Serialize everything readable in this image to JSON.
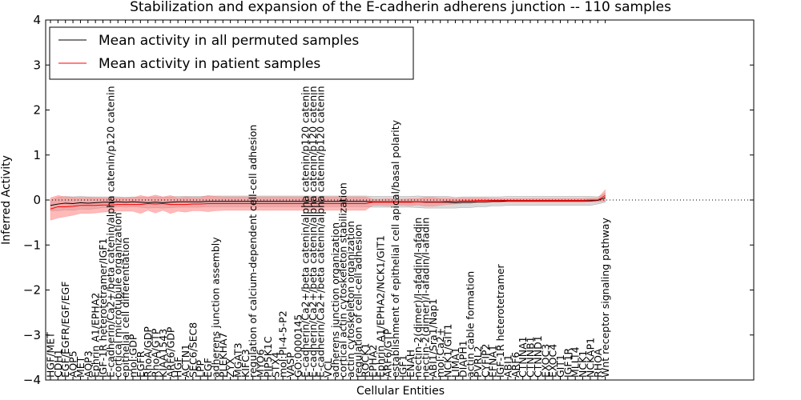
{
  "chart_data": {
    "type": "line",
    "title": "Stabilization and expansion of the E-cadherin adherens junction -- 110 samples",
    "xlabel": "Cellular Entities",
    "ylabel": "Inferred Activity",
    "ylim": [
      -4,
      4
    ],
    "yticks": [
      -4,
      -3,
      -2,
      -1,
      0,
      1,
      2,
      3,
      4
    ],
    "grid": false,
    "legend_position": "upper-left",
    "reference_line": 0,
    "categories": [
      "HGF/MET",
      "CDH1",
      "EGF/EGFR/EGF/EGF",
      "AQP5",
      "MET",
      "AQP3",
      "Ephrin A1/EPHA2",
      "IGF-1R heterotetramer/IGF1",
      "E-cadherin/Ca2+/beta catenin/alpha catenin/p120 catenin",
      "cortical microtubule organization",
      "epithelial cell differentiation",
      "mol:GDP",
      "EGFR",
      "RhoA/GDP",
      "RhoA/GTP",
      "KIAA1543",
      "ARF6/GDP",
      "HGF",
      "ACTN1",
      "SEC6/SEC8",
      "LPP",
      "EGF",
      "adherens junction assembly",
      "PLEKHA7",
      "ZYX",
      "MGAT3",
      "KIFC3",
      "regulation of calcium-dependent cell-cell adhesion",
      "MYO6",
      "PIP5K1C",
      "STX4",
      "mol:PI-4-5-P2",
      "VASP",
      "GO:0000145",
      "E-cadherin/Ca2+/beta catenin/alpha catenin/p120 catenin",
      "E-cadherin/Ca2+/beta catenin/alpha catenin/p120 catenin",
      "E-cadherin/Ca2+/beta catenin/alpha catenin/p120 catenin",
      "VCL",
      "adherens junction organization",
      "cortical actin cytoskeleton stabilization",
      "actin cytoskeleton organization",
      "regulation of cell-cell adhesion",
      "ROCK1",
      "EPHA2",
      "Ephrin A1/EPHA2/NCK1/GIT1",
      "ARF6/GTP",
      "establishment of epithelial cell apical/basal polarity",
      "IGF1",
      "ENAH",
      "nectin-2(dimer)/I-afadin/I-afadin",
      "nectin-2(dimer)/I-afadin/I-afadin",
      "ABI1/Sra1/Nap1",
      "mol:Ca2+",
      "NCK1/GIT1",
      "LIMA1",
      "DIAPH1",
      "actin cable formation",
      "PVRL2",
      "CYFIP2",
      "EFNA1",
      "IGF-1R heterotetramer",
      "ABI1",
      "ARF6",
      "CTNNA1",
      "CTNNB1",
      "CTNND1",
      "EXOC3",
      "EXOC4",
      "GIT1",
      "IGF1R",
      "MLLT4",
      "NCK1",
      "NCKAP1",
      "RHOA",
      "Wnt receptor signaling pathway"
    ],
    "legend": [
      "Mean activity in all permuted samples",
      "Mean activity in patient samples"
    ],
    "series": [
      {
        "name": "Mean activity in all permuted samples",
        "color": "#000000",
        "band_color": "#808080",
        "values": [
          -0.12,
          -0.09,
          -0.07,
          -0.08,
          -0.06,
          -0.07,
          -0.06,
          -0.05,
          -0.05,
          -0.04,
          -0.05,
          -0.04,
          -0.05,
          -0.06,
          -0.05,
          -0.06,
          -0.05,
          -0.04,
          -0.04,
          -0.04,
          -0.04,
          -0.03,
          -0.03,
          -0.03,
          -0.03,
          -0.03,
          -0.03,
          -0.03,
          -0.03,
          -0.03,
          -0.03,
          -0.03,
          -0.03,
          -0.03,
          -0.03,
          -0.03,
          -0.03,
          -0.03,
          -0.03,
          -0.03,
          -0.03,
          -0.03,
          -0.03,
          -0.04,
          -0.04,
          -0.04,
          -0.04,
          -0.04,
          -0.04,
          -0.04,
          -0.05,
          -0.05,
          -0.05,
          -0.05,
          -0.06,
          -0.05,
          -0.05,
          -0.04,
          -0.04,
          -0.03,
          -0.03,
          -0.02,
          -0.02,
          -0.02,
          -0.02,
          -0.02,
          -0.02,
          -0.02,
          -0.02,
          -0.02,
          -0.02,
          -0.02,
          -0.02,
          -0.01,
          0.05
        ],
        "band": [
          0.12,
          0.15,
          0.15,
          0.15,
          0.14,
          0.14,
          0.13,
          0.12,
          0.12,
          0.11,
          0.11,
          0.11,
          0.11,
          0.12,
          0.12,
          0.12,
          0.12,
          0.12,
          0.12,
          0.12,
          0.12,
          0.12,
          0.12,
          0.12,
          0.12,
          0.12,
          0.12,
          0.12,
          0.12,
          0.12,
          0.12,
          0.12,
          0.12,
          0.12,
          0.12,
          0.12,
          0.12,
          0.12,
          0.12,
          0.12,
          0.12,
          0.12,
          0.12,
          0.12,
          0.12,
          0.12,
          0.12,
          0.12,
          0.12,
          0.13,
          0.13,
          0.13,
          0.13,
          0.13,
          0.12,
          0.12,
          0.12,
          0.11,
          0.11,
          0.1,
          0.1,
          0.1,
          0.1,
          0.1,
          0.1,
          0.1,
          0.1,
          0.1,
          0.1,
          0.1,
          0.1,
          0.1,
          0.1,
          0.08,
          0.1
        ]
      },
      {
        "name": "Mean activity in patient samples",
        "color": "#ff0000",
        "band_color": "#ff8080",
        "values": [
          -0.2,
          -0.15,
          -0.15,
          -0.14,
          -0.12,
          -0.12,
          -0.12,
          -0.11,
          -0.11,
          -0.1,
          -0.1,
          -0.1,
          -0.1,
          -0.08,
          -0.09,
          -0.08,
          -0.1,
          -0.1,
          -0.1,
          -0.09,
          -0.09,
          -0.08,
          -0.08,
          -0.08,
          -0.08,
          -0.08,
          -0.08,
          -0.08,
          -0.08,
          -0.08,
          -0.08,
          -0.08,
          -0.08,
          -0.08,
          -0.08,
          -0.08,
          -0.08,
          -0.08,
          -0.08,
          -0.08,
          -0.08,
          -0.08,
          -0.08,
          -0.05,
          -0.05,
          -0.05,
          -0.05,
          -0.05,
          -0.05,
          -0.04,
          -0.04,
          -0.04,
          -0.04,
          -0.03,
          -0.03,
          -0.02,
          -0.02,
          -0.01,
          -0.01,
          -0.01,
          -0.01,
          -0.01,
          -0.01,
          -0.01,
          -0.01,
          -0.01,
          -0.01,
          -0.01,
          -0.01,
          -0.01,
          -0.01,
          -0.01,
          0.0,
          0.0,
          0.1
        ],
        "band": [
          0.25,
          0.25,
          0.22,
          0.2,
          0.18,
          0.18,
          0.17,
          0.16,
          0.15,
          0.15,
          0.15,
          0.15,
          0.2,
          0.15,
          0.2,
          0.15,
          0.2,
          0.15,
          0.17,
          0.15,
          0.15,
          0.18,
          0.16,
          0.15,
          0.15,
          0.15,
          0.15,
          0.15,
          0.15,
          0.15,
          0.15,
          0.15,
          0.15,
          0.15,
          0.15,
          0.15,
          0.15,
          0.15,
          0.15,
          0.15,
          0.15,
          0.15,
          0.15,
          0.07,
          0.07,
          0.08,
          0.07,
          0.07,
          0.08,
          0.07,
          0.1,
          0.1,
          0.08,
          0.07,
          0.06,
          0.06,
          0.06,
          0.05,
          0.05,
          0.04,
          0.04,
          0.04,
          0.04,
          0.04,
          0.04,
          0.04,
          0.04,
          0.04,
          0.04,
          0.04,
          0.04,
          0.04,
          0.04,
          0.04,
          0.13
        ]
      }
    ]
  }
}
